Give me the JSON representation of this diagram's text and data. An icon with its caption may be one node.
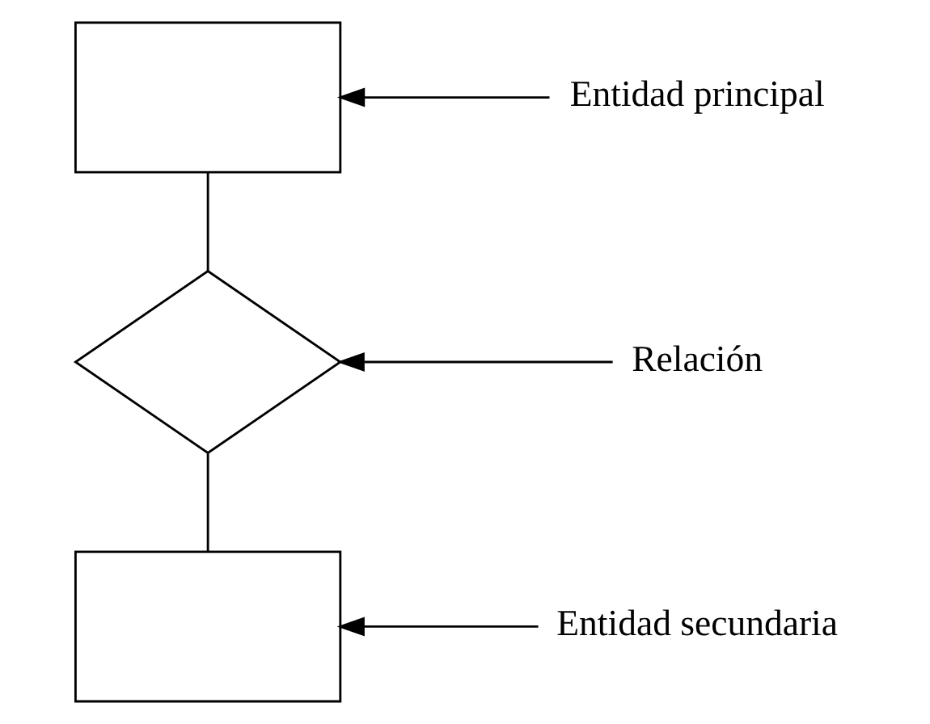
{
  "diagram": {
    "nodes": [
      {
        "text": [],
        "shape": "box"
      },
      {
        "text": [
          "Entidad principal"
        ]
      },
      {
        "text": [],
        "shape": "diamond"
      },
      {
        "text": [
          "Relación"
        ]
      },
      {
        "text": [],
        "shape": "box"
      },
      {
        "text": [
          "Entidad secundaria"
        ]
      }
    ],
    "edges": [
      {
        "from": 0,
        "to": 2,
        "arrow": "none"
      },
      {
        "from": 2,
        "to": 4,
        "arrow": "none"
      },
      {
        "from": 1,
        "to": 0,
        "arrow": "to"
      },
      {
        "from": 3,
        "to": 2,
        "arrow": "to"
      },
      {
        "from": 5,
        "to": 4,
        "arrow": "to"
      }
    ]
  }
}
